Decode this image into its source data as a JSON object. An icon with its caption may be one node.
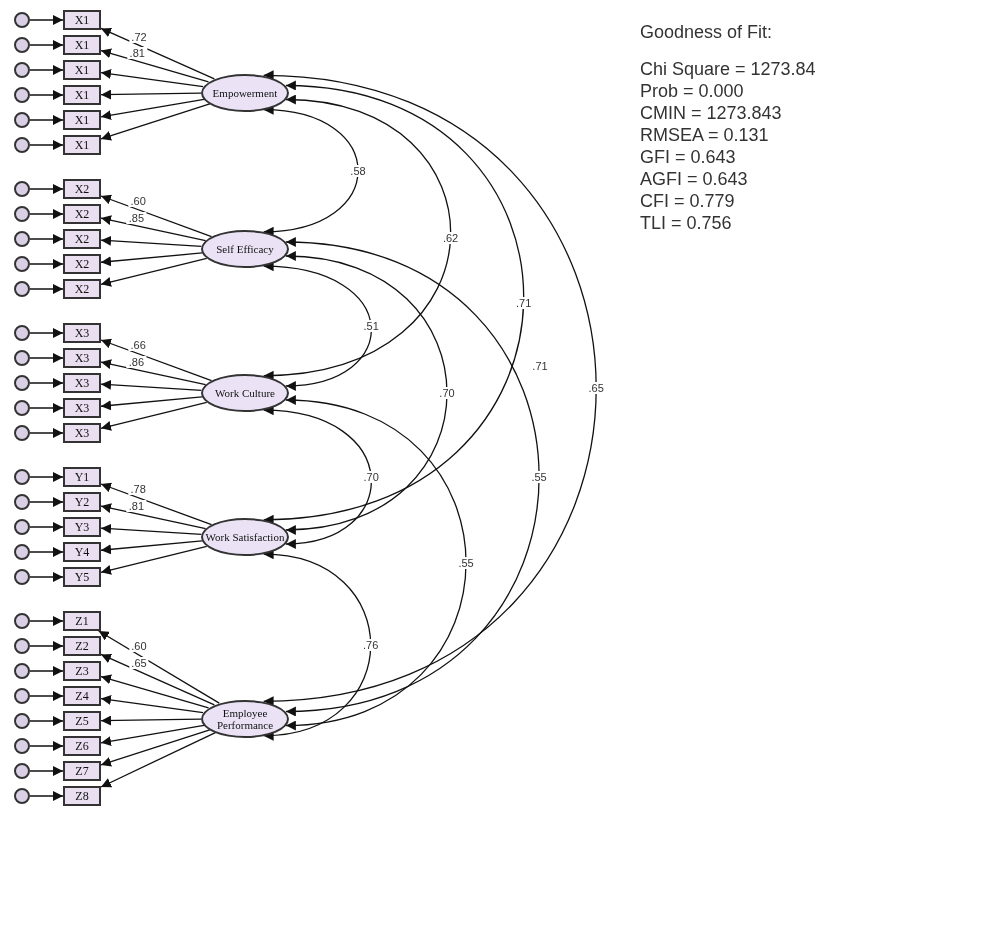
{
  "diagram": {
    "title": "Goodness of Fit:",
    "nodes": [
      {
        "text": [],
        "shape": "circle"
      },
      {
        "text": [
          "X1"
        ]
      },
      {
        "text": [],
        "shape": "circle"
      },
      {
        "text": [
          "X1"
        ]
      },
      {
        "text": [],
        "shape": "circle"
      },
      {
        "text": [
          "X1"
        ]
      },
      {
        "text": [],
        "shape": "circle"
      },
      {
        "text": [
          "X1"
        ]
      },
      {
        "text": [],
        "shape": "circle"
      },
      {
        "text": [
          "X1"
        ]
      },
      {
        "text": [],
        "shape": "circle"
      },
      {
        "text": [
          "X1"
        ]
      },
      {
        "text": [
          "Empowerment"
        ]
      },
      {
        "text": [],
        "shape": "circle"
      },
      {
        "text": [
          "X2"
        ]
      },
      {
        "text": [],
        "shape": "circle"
      },
      {
        "text": [
          "X2"
        ]
      },
      {
        "text": [],
        "shape": "circle"
      },
      {
        "text": [
          "X2"
        ]
      },
      {
        "text": [],
        "shape": "circle"
      },
      {
        "text": [
          "X2"
        ]
      },
      {
        "text": [],
        "shape": "circle"
      },
      {
        "text": [
          "X2"
        ]
      },
      {
        "text": [
          "Self Efficacy"
        ]
      },
      {
        "text": [],
        "shape": "circle"
      },
      {
        "text": [
          "X3"
        ]
      },
      {
        "text": [],
        "shape": "circle"
      },
      {
        "text": [
          "X3"
        ]
      },
      {
        "text": [],
        "shape": "circle"
      },
      {
        "text": [
          "X3"
        ]
      },
      {
        "text": [],
        "shape": "circle"
      },
      {
        "text": [
          "X3"
        ]
      },
      {
        "text": [],
        "shape": "circle"
      },
      {
        "text": [
          "X3"
        ]
      },
      {
        "text": [
          "Work Culture"
        ]
      },
      {
        "text": [],
        "shape": "circle"
      },
      {
        "text": [
          "Y1"
        ]
      },
      {
        "text": [],
        "shape": "circle"
      },
      {
        "text": [
          "Y2"
        ]
      },
      {
        "text": [],
        "shape": "circle"
      },
      {
        "text": [
          "Y3"
        ]
      },
      {
        "text": [],
        "shape": "circle"
      },
      {
        "text": [
          "Y4"
        ]
      },
      {
        "text": [],
        "shape": "circle"
      },
      {
        "text": [
          "Y5"
        ]
      },
      {
        "text": [
          "Work Satisfaction"
        ]
      },
      {
        "text": [],
        "shape": "circle"
      },
      {
        "text": [
          "Z1"
        ]
      },
      {
        "text": [],
        "shape": "circle"
      },
      {
        "text": [
          "Z2"
        ]
      },
      {
        "text": [],
        "shape": "circle"
      },
      {
        "text": [
          "Z3"
        ]
      },
      {
        "text": [],
        "shape": "circle"
      },
      {
        "text": [
          "Z4"
        ]
      },
      {
        "text": [],
        "shape": "circle"
      },
      {
        "text": [
          "Z5"
        ]
      },
      {
        "text": [],
        "shape": "circle"
      },
      {
        "text": [
          "Z6"
        ]
      },
      {
        "text": [],
        "shape": "circle"
      },
      {
        "text": [
          "Z7"
        ]
      },
      {
        "text": [],
        "shape": "circle"
      },
      {
        "text": [
          "Z8"
        ]
      },
      {
        "text": [
          "Employee Performance"
        ]
      }
    ],
    "edges": [
      {
        "from": 0,
        "to": 1,
        "arrow": "to"
      },
      {
        "from": 12,
        "to": 1,
        "arrow": "to",
        "label": ".72"
      },
      {
        "from": 2,
        "to": 3,
        "arrow": "to"
      },
      {
        "from": 12,
        "to": 3,
        "arrow": "to",
        "label": ".81"
      },
      {
        "from": 4,
        "to": 5,
        "arrow": "to"
      },
      {
        "from": 12,
        "to": 5,
        "arrow": "to"
      },
      {
        "from": 6,
        "to": 7,
        "arrow": "to"
      },
      {
        "from": 12,
        "to": 7,
        "arrow": "to"
      },
      {
        "from": 8,
        "to": 9,
        "arrow": "to"
      },
      {
        "from": 12,
        "to": 9,
        "arrow": "to"
      },
      {
        "from": 10,
        "to": 11,
        "arrow": "to"
      },
      {
        "from": 12,
        "to": 11,
        "arrow": "to"
      },
      {
        "from": 13,
        "to": 14,
        "arrow": "to"
      },
      {
        "from": 23,
        "to": 14,
        "arrow": "to",
        "label": ".60"
      },
      {
        "from": 15,
        "to": 16,
        "arrow": "to"
      },
      {
        "from": 23,
        "to": 16,
        "arrow": "to",
        "label": ".85"
      },
      {
        "from": 17,
        "to": 18,
        "arrow": "to"
      },
      {
        "from": 23,
        "to": 18,
        "arrow": "to"
      },
      {
        "from": 19,
        "to": 20,
        "arrow": "to"
      },
      {
        "from": 23,
        "to": 20,
        "arrow": "to"
      },
      {
        "from": 21,
        "to": 22,
        "arrow": "to"
      },
      {
        "from": 23,
        "to": 22,
        "arrow": "to"
      },
      {
        "from": 24,
        "to": 25,
        "arrow": "to"
      },
      {
        "from": 34,
        "to": 25,
        "arrow": "to",
        "label": ".66"
      },
      {
        "from": 26,
        "to": 27,
        "arrow": "to"
      },
      {
        "from": 34,
        "to": 27,
        "arrow": "to",
        "label": ".86"
      },
      {
        "from": 28,
        "to": 29,
        "arrow": "to"
      },
      {
        "from": 34,
        "to": 29,
        "arrow": "to"
      },
      {
        "from": 30,
        "to": 31,
        "arrow": "to"
      },
      {
        "from": 34,
        "to": 31,
        "arrow": "to"
      },
      {
        "from": 32,
        "to": 33,
        "arrow": "to"
      },
      {
        "from": 34,
        "to": 33,
        "arrow": "to"
      },
      {
        "from": 35,
        "to": 36,
        "arrow": "to"
      },
      {
        "from": 45,
        "to": 36,
        "arrow": "to",
        "label": ".78"
      },
      {
        "from": 37,
        "to": 38,
        "arrow": "to"
      },
      {
        "from": 45,
        "to": 38,
        "arrow": "to",
        "label": ".81"
      },
      {
        "from": 39,
        "to": 40,
        "arrow": "to"
      },
      {
        "from": 45,
        "to": 40,
        "arrow": "to"
      },
      {
        "from": 41,
        "to": 42,
        "arrow": "to"
      },
      {
        "from": 45,
        "to": 42,
        "arrow": "to"
      },
      {
        "from": 43,
        "to": 44,
        "arrow": "to"
      },
      {
        "from": 45,
        "to": 44,
        "arrow": "to"
      },
      {
        "from": 46,
        "to": 47,
        "arrow": "to"
      },
      {
        "from": 62,
        "to": 47,
        "arrow": "to",
        "label": ".60"
      },
      {
        "from": 48,
        "to": 49,
        "arrow": "to"
      },
      {
        "from": 62,
        "to": 49,
        "arrow": "to",
        "label": ".65"
      },
      {
        "from": 50,
        "to": 51,
        "arrow": "to"
      },
      {
        "from": 62,
        "to": 51,
        "arrow": "to"
      },
      {
        "from": 52,
        "to": 53,
        "arrow": "to"
      },
      {
        "from": 62,
        "to": 53,
        "arrow": "to"
      },
      {
        "from": 54,
        "to": 55,
        "arrow": "to"
      },
      {
        "from": 62,
        "to": 55,
        "arrow": "to"
      },
      {
        "from": 56,
        "to": 57,
        "arrow": "to"
      },
      {
        "from": 62,
        "to": 57,
        "arrow": "to"
      },
      {
        "from": 58,
        "to": 59,
        "arrow": "to"
      },
      {
        "from": 62,
        "to": 59,
        "arrow": "to"
      },
      {
        "from": 60,
        "to": 61,
        "arrow": "to"
      },
      {
        "from": 62,
        "to": 61,
        "arrow": "to"
      },
      {
        "from": 12,
        "to": 23,
        "arrow": "both",
        "label": ".58"
      },
      {
        "from": 12,
        "to": 34,
        "arrow": "both",
        "label": ".62"
      },
      {
        "from": 12,
        "to": 45,
        "arrow": "both",
        "label": ".71"
      },
      {
        "from": 12,
        "to": 62,
        "arrow": "both",
        "label": ".65"
      },
      {
        "from": 23,
        "to": 34,
        "arrow": "both",
        "label": ".51"
      },
      {
        "from": 23,
        "to": 45,
        "arrow": "both",
        "label": ".70"
      },
      {
        "from": 23,
        "to": 62,
        "arrow": "both",
        "label": ".55"
      },
      {
        "from": 34,
        "to": 45,
        "arrow": "both",
        "label": ".70"
      },
      {
        "from": 34,
        "to": 62,
        "arrow": "both",
        "label": ".55"
      },
      {
        "from": 45,
        "to": 62,
        "arrow": "both",
        "label": ".76"
      }
    ],
    "labels": [
      "Chi Square = 1273.84",
      "Prob = 0.000",
      "CMIN = 1273.843",
      "RMSEA = 0.131",
      "GFI = 0.643",
      "AGFI = 0.643",
      "CFI = 0.779",
      "TLI = 0.756",
      ".71"
    ]
  }
}
